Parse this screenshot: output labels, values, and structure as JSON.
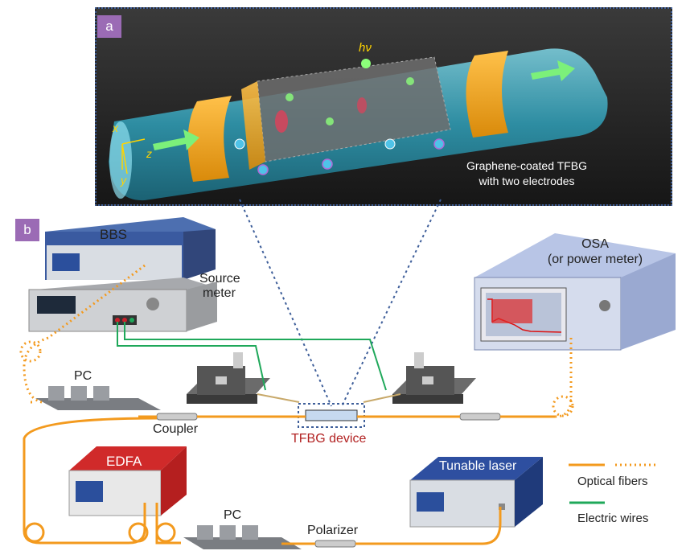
{
  "panel_a": {
    "tag": "a",
    "hv": "hν",
    "axis_x": "x",
    "axis_y": "y",
    "axis_z": "z",
    "caption_line1": "Graphene-coated TFBG",
    "caption_line2": "with two electrodes"
  },
  "panel_b": {
    "tag": "b",
    "bbs": "BBS",
    "source_meter_line1": "Source",
    "source_meter_line2": "meter",
    "osa_line1": "OSA",
    "osa_line2": "(or power meter)",
    "pc_top": "PC",
    "coupler": "Coupler",
    "tfbg_device": "TFBG device",
    "edfa": "EDFA",
    "pc_bottom": "PC",
    "polarizer": "Polarizer",
    "tunable_laser": "Tunable laser",
    "legend_optical": "Optical fibers",
    "legend_electric": "Electric wires"
  },
  "colors": {
    "fiber": "#f39a1e",
    "wire": "#1fa85a",
    "tag": "#9b6bb5",
    "tfbg_label": "#b22222",
    "dotted_border": "#3f5f9a"
  }
}
